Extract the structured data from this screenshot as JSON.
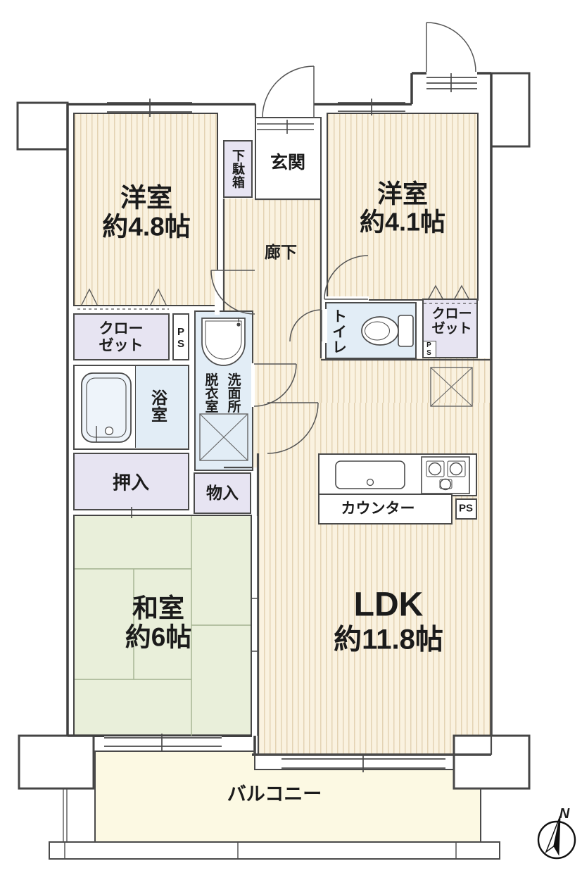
{
  "rooms": {
    "western1": {
      "name": "洋室",
      "size": "約4.8帖"
    },
    "western2": {
      "name": "洋室",
      "size": "約4.1帖"
    },
    "japanese": {
      "name": "和室",
      "size": "約6帖"
    },
    "ldk": {
      "name": "LDK",
      "size": "約11.8帖"
    },
    "entrance": "玄関",
    "hall": "廊下",
    "balcony": "バルコニー",
    "closet_left": {
      "line1": "クロー",
      "line2": "ゼット"
    },
    "closet_right": {
      "line1": "クロー",
      "line2": "ゼット"
    },
    "shoe_cabinet": "下駄箱",
    "toilet": "トイレ",
    "bath": "浴室",
    "dressing_room": "脱衣室",
    "washroom": "洗面所",
    "oshiire": "押入",
    "storage": "物入",
    "counter": "カウンター",
    "ps": "PS"
  },
  "compass": {
    "north": "N"
  },
  "colors": {
    "wood_floor": "#faf2e0",
    "wood_stripe": "#d8c49a",
    "tatami": "#e9efda",
    "closet": "#e7e4f2",
    "wet_area": "#e2edf6",
    "balcony": "#fcf9e3",
    "wall": "#4a4a4a"
  }
}
